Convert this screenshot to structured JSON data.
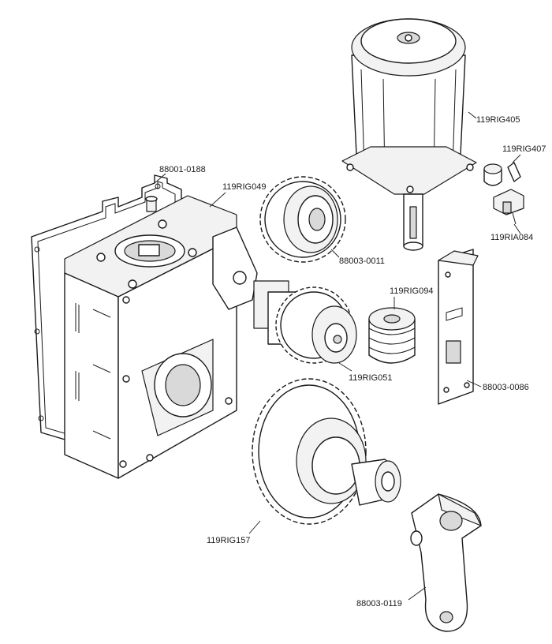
{
  "labels": {
    "motor": "119RIG405",
    "knob": "119RIG407",
    "limit_switch": "119RIA084",
    "gasket": "88001-0188",
    "gearbox": "119RIG049",
    "spur_gear": "88003-0011",
    "worm_screw": "119RIG094",
    "worm_gear": "119RIG051",
    "bracket_plate": "88003-0086",
    "main_gear": "119RIG157",
    "release_lever": "88003-0119"
  }
}
